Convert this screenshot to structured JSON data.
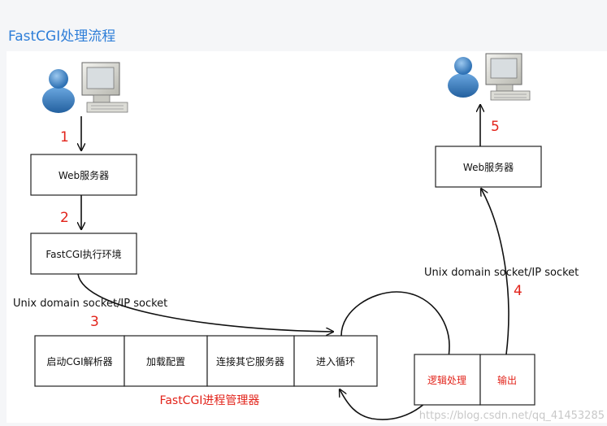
{
  "page": {
    "heading": "FastCGI处理流程"
  },
  "diagram": {
    "left_web_server": "Web服务器",
    "fastcgi_env": "FastCGI执行环境",
    "socket_label_left": "Unix domain socket/IP socket",
    "socket_label_right": "Unix domain socket/IP socket",
    "step_numbers": [
      "1",
      "2",
      "3",
      "4",
      "5"
    ],
    "manager_cells": [
      "启动CGI解析器",
      "加载配置",
      "连接其它服务器",
      "进入循环"
    ],
    "manager_label": "FastCGI进程管理器",
    "logic_cells": [
      "逻辑处理",
      "输出"
    ],
    "right_web_server": "Web服务器",
    "watermark": "https://blog.csdn.net/qq_41453285"
  },
  "colors": {
    "accent": "#2e7ed8",
    "step_red": "#e2231a",
    "user_blue": "#3f86c6"
  }
}
